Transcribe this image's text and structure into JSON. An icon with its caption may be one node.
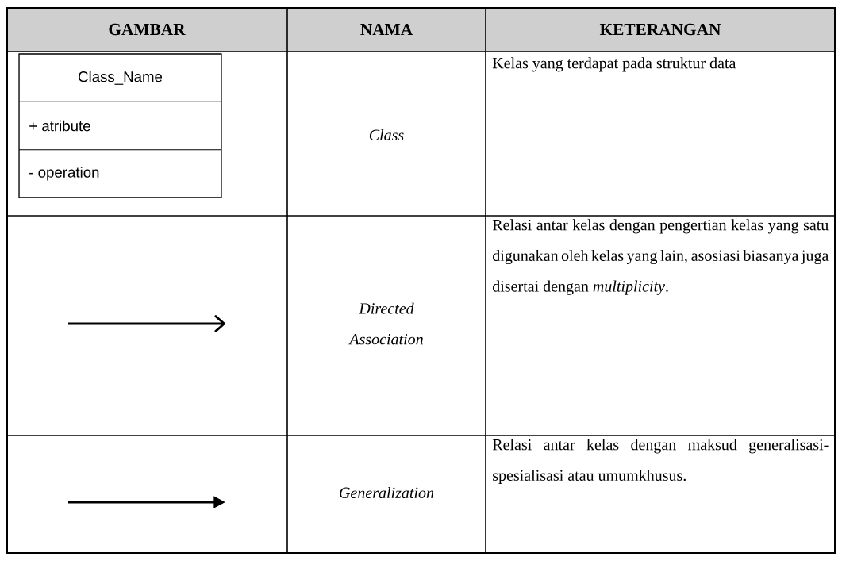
{
  "diagram": {
    "nodes": [
      {
        "text": [
          "Class_Name",
          "+ atribute",
          "- operation"
        ]
      }
    ],
    "labels": [
      "GAMBAR",
      "NAMA",
      "KETERANGAN",
      "Class",
      "Kelas yang terdapat pada struktur data",
      "Directed Association",
      "Relasi antar kelas dengan pengertian kelas yang satu digunakan oleh kelas yang lain, asosiasi biasanya juga disertai dengan *multiplicity*.",
      "Generalization",
      "Relasi antar kelas dengan maksud generalisasi-spesialisasi atau umumkhusus."
    ]
  }
}
